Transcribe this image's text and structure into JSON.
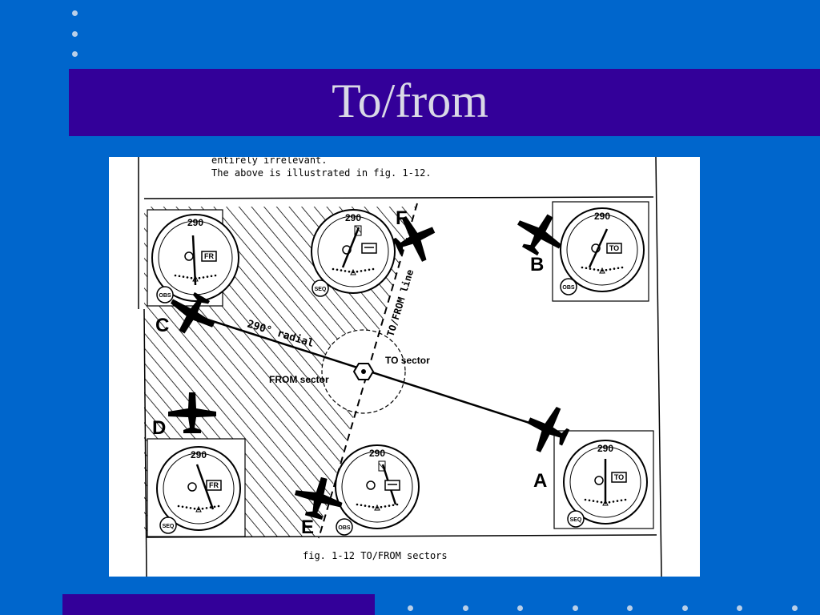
{
  "slide": {
    "title": "To/from"
  },
  "figure": {
    "intro_line1": "entirely irrelevant.",
    "intro_line2": "The above is illustrated in fig. 1-12.",
    "caption": "fig.  1-12   TO/FROM sectors",
    "radial_label": "290° radial",
    "from_sector_label": "FROM sector",
    "to_sector_label": "TO sector",
    "tofrom_line_label": "TO/FROM line",
    "instruments": [
      {
        "aircraft": "A",
        "heading": "290",
        "flag": "TO",
        "knob": "SEQ"
      },
      {
        "aircraft": "B",
        "heading": "290",
        "flag": "TO",
        "knob": "OBS"
      },
      {
        "aircraft": "C",
        "heading": "290",
        "flag": "FR",
        "knob": "OBS"
      },
      {
        "aircraft": "D",
        "heading": "290",
        "flag": "FR",
        "knob": "SEQ"
      },
      {
        "aircraft": "E",
        "heading": "290",
        "flag": "",
        "knob": "OBS"
      },
      {
        "aircraft": "F",
        "heading": "290",
        "flag": "",
        "knob": "SEQ"
      }
    ]
  },
  "colors": {
    "background": "#0066cc",
    "title_bar": "#330099",
    "title_text": "#d9d9e6",
    "decor_dots": "#b9cfe8"
  }
}
